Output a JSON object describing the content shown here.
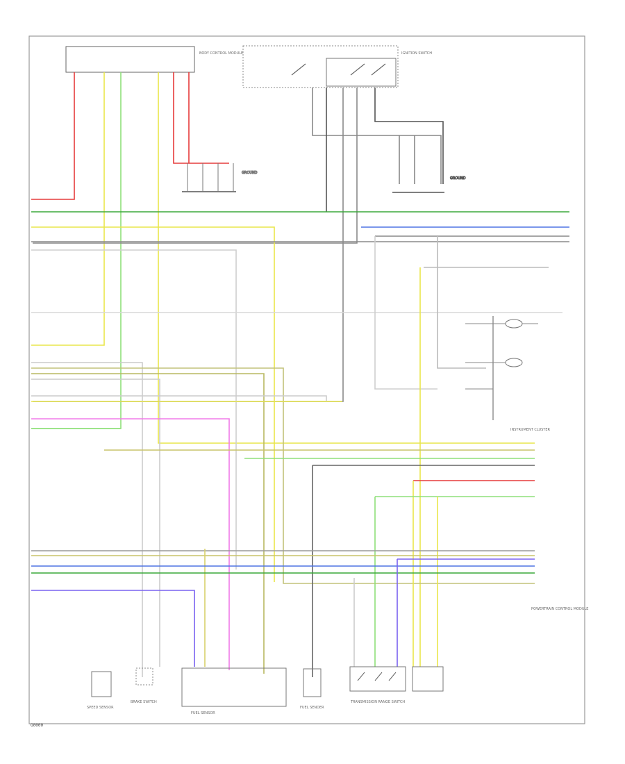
{
  "diagram": {
    "footer_code": "G0000",
    "component_labels": {
      "body_module": "BODY CONTROL MODULE",
      "ignition_switch": "IGNITION SWITCH",
      "ground_top": "GROUND",
      "ground_right": "GROUND",
      "instrument_cluster": "INSTRUMENT CLUSTER",
      "powertrain_module": "POWERTRAIN CONTROL MODULE",
      "speed_sensor": "SPEED SENSOR",
      "brake_switch": "BRAKE SWITCH",
      "fuel_sensor_group": "FUEL SENSOR",
      "fuel_sender": "FUEL SENDER",
      "transmission_switch": "TRANSMISSION RANGE SWITCH"
    },
    "colors": {
      "red": "#e63c3c",
      "green": "#3aa83a",
      "yellow": "#e9e64a",
      "light_green": "#8fe07a",
      "blue": "#4f74e3",
      "violet": "#7a62f0",
      "pink": "#f07ae8",
      "gray": "#8a8a8a",
      "dark": "#555555",
      "frame": "#9a9a9a"
    }
  }
}
